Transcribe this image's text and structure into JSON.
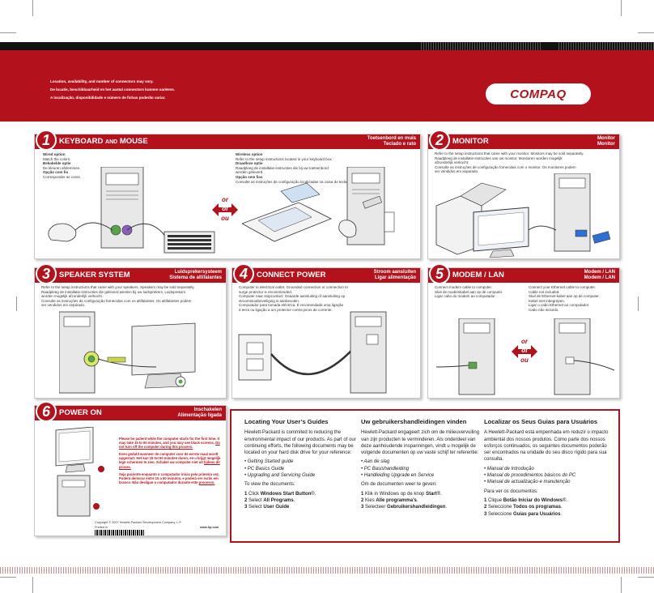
{
  "brand": {
    "logo": "COMPAQ",
    "red": "#b3121c",
    "notice_lines": [
      "Location, availability, and number of connectors may vary.",
      "De locatie, beschikbaarheid en het aantal connectors kunnen variëren.",
      "A localização, disponibilidade e número de fichas poderão variar."
    ]
  },
  "or_of_ou": [
    "or",
    "of",
    "ou"
  ],
  "panels": {
    "p1": {
      "number": "1",
      "title": "KEYBOARD",
      "title_and": "AND",
      "title_mouse": "MOUSE",
      "sub": [
        "Toetsenbord en muis",
        "Teclado e rato"
      ],
      "wired": [
        "Wired option",
        "Match the colors.",
        "Bekabelde optie",
        "De kleuren afstemmen.",
        "Opção com fio",
        "Corresponder as cores."
      ],
      "wireless": [
        "Wireless option",
        "Refer to the setup instructions located in your keyboard box.",
        "Draadloze optie",
        "Raadpleeg de installatie-instructies die bij uw toetsenbord",
        "werden geleverd.",
        "Opção sem fios",
        "Consulte as instruções de configuração localizadas na caixa do teclado."
      ]
    },
    "p2": {
      "number": "2",
      "title": "MONITOR",
      "sub": [
        "Monitor",
        "Monitor"
      ],
      "text": [
        "Refer to the setup instructions that came with your monitor. Monitors may be sold separately.",
        "Raadpleeg de installatie-instructies van uw monitor. Monitoren worden mogelijk",
        "afzonderlijk verkocht.",
        "Consulte as instruções de configuração fornecidas com o monitor. Os monitores podem",
        "ser vendidos em separado."
      ]
    },
    "p3": {
      "number": "3",
      "title": "SPEAKER SYSTEM",
      "sub": [
        "Luidsprekersysteem",
        "Sistema de altifalantes"
      ],
      "text": [
        "Refer to the setup instructions that came with your speakers. Speakers may be sold separately.",
        "Raadpleeg de installatie-instructies die geleverd werden bij uw luidsprekers. Luidsprekers",
        "worden mogelijk afzonderlijk verkocht.",
        "Consulte as instruções de configuração fornecidas com os altifalantes. Os altifalantes podem",
        "ser vendidos em separado."
      ]
    },
    "p4": {
      "number": "4",
      "title": "CONNECT POWER",
      "sub": [
        "Stroom aansluiten",
        "Ligar alimentação"
      ],
      "text": [
        "Computer to electrical outlet. Grounded connection or connection to",
        "surge protector is recommended.",
        "Computer naar stopcontact. Geaarde aansluiting of aansluiting op",
        "stroomstootbeveiliging is aanbevolen.",
        "Computador para tomada eléctrica. É recomendada uma ligação",
        "à terra ou ligação a um protector contra picos de corrente."
      ]
    },
    "p5": {
      "number": "5",
      "title": "MODEM / LAN",
      "sub": [
        "Modem / LAN",
        "Modem / LAN"
      ],
      "modem": [
        "Connect modem cable to computer.",
        "Sluit de modemkabel aan op de computer.",
        "Ligar cabo do modem ao computador."
      ],
      "lan": [
        "Connect your Ethernet cable to computer.",
        "Cable not included.",
        "Sluit de Ethernet-kabel aan op de computer.",
        "Kabel niet inbegrepen.",
        "Ligar o cabo Ethernet ao computador.",
        "Cabo não incluído."
      ]
    },
    "p6": {
      "number": "6",
      "title": "POWER ON",
      "sub": [
        "Inschakelen",
        "Alimentação ligada"
      ],
      "warn_en": [
        "Please be patient while the computer starts for the first time.",
        "It may take 15 to 60 minutes, and you may see black screens.",
        "Do not turn off the computer during this process."
      ],
      "warn_nl": [
        "Even geduld wanneer de computer voor de eerste maal wordt",
        "opgestart. Het kan 15 tot 60 minuten duren, en u krijgt",
        "mogelijk lege schermen te zien. Schakel uw computer niet uit",
        "tijdens dit proces."
      ],
      "warn_pt": [
        "Seja paciente enquanto o computador inicia pela primeira",
        "vez. Poderá demorar entre 15 a 60 minutos, e poderá ver",
        "ecrãs em branco. Não desligue o computador durante este",
        "processo."
      ],
      "copyright": "Copyright © 2007 Hewlett-Packard Development Company, L.P.",
      "printed": "Printed in",
      "url": "www.hp.com",
      "callout_1": "1",
      "callout_2": "2"
    }
  },
  "guide": {
    "en": {
      "title": "Locating Your User’s Guides",
      "intro": "Hewlett-Packard is commited to reducing the environmental impact of our products. As part of our continuing efforts, the following documents may be located on your hard disk drive for your reference:",
      "items": [
        "• Getting Started guide",
        "• PC Basics Guide",
        "• Upgrading and Servicing Guide"
      ],
      "view": "To view the documents:",
      "steps": [
        {
          "n": "1",
          "pre": "Click ",
          "b": "Windows Start Button",
          "post": "®."
        },
        {
          "n": "2",
          "pre": "Select ",
          "b": "All Programs",
          "post": "."
        },
        {
          "n": "3",
          "pre": "Select ",
          "b": "User Guide",
          "post": ""
        }
      ]
    },
    "nl": {
      "title": "Uw gebruikershandleidingen vinden",
      "intro": "Hewlett-Packard engageert zich om de milieuvervuiling van zijn producten te verminderen. Als onderdeel van deze aanhoudende inspanningen, vindt u mogelijk de volgende documenten op uw vaste schijf ter referentie:",
      "items": [
        "• Aan de slag",
        "• PC Basishandleiding",
        "• Handleiding Upgrade en Service"
      ],
      "view": "Om de documenten weer te geven:",
      "steps": [
        {
          "n": "1",
          "pre": "Klik in Windows op de knop ",
          "b": "Start",
          "post": "®."
        },
        {
          "n": "2",
          "pre": "Kies ",
          "b": "Alle programma’s",
          "post": "."
        },
        {
          "n": "3",
          "pre": "Selecteer ",
          "b": "Gebruikershandleidingen",
          "post": "."
        }
      ]
    },
    "pt": {
      "title": "Localizar os Seus Guias para Usuários",
      "intro": "A Hewlett-Packard está empenhada em reduzir o impacto ambiental dos nossos produtos. Como parte dos nossos esforços continuados, os seguintes documentos poderão ser encontrados na unidade do seu disco rígido para sua consulta.",
      "items": [
        "• Manual de Introdução",
        "• Manual de procedimentos básicos do PC",
        "• Manual de actualização e manutenção"
      ],
      "view": "Para ver os documentos:",
      "steps": [
        {
          "n": "1",
          "pre": "Clique ",
          "b": "Botão Iniciar do Windows",
          "post": "®."
        },
        {
          "n": "2",
          "pre": "Seleccione ",
          "b": "Todos os programas",
          "post": "."
        },
        {
          "n": "3",
          "pre": "Seleccione ",
          "b": "Guias para Usuários",
          "post": "."
        }
      ]
    }
  }
}
